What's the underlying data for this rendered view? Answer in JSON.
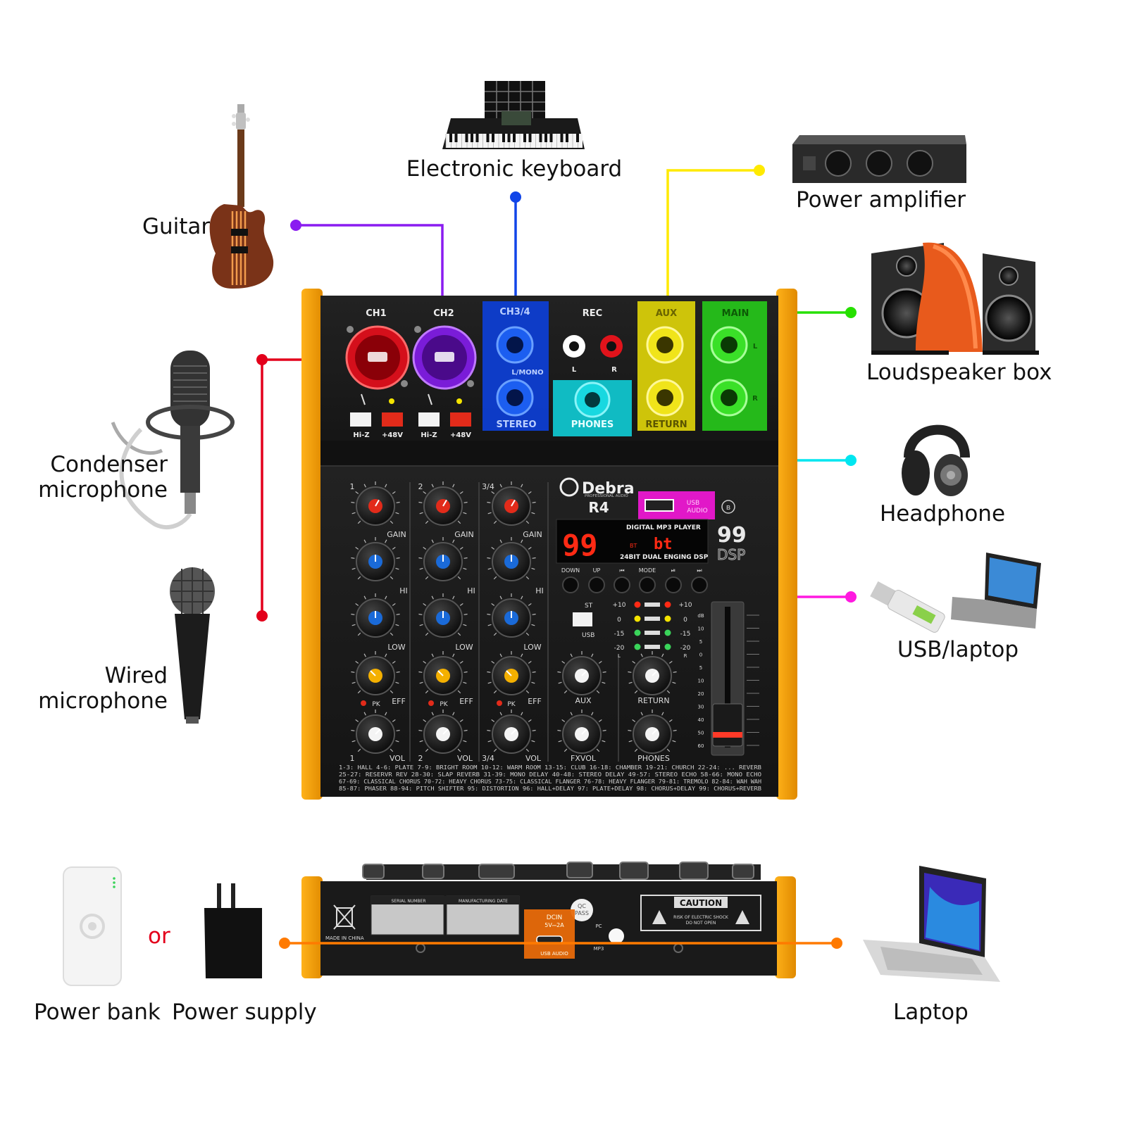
{
  "devices": {
    "guitar": "Guitar",
    "keyboard": "Electronic keyboard",
    "power_amplifier": "Power amplifier",
    "loudspeaker": "Loudspeaker box",
    "condenser_line1": "Condenser",
    "condenser_line2": "microphone",
    "headphone": "Headphone",
    "wired_line1": "Wired",
    "wired_line2": "microphone",
    "usb_laptop": "USB/laptop",
    "power_bank": "Power bank",
    "power_supply": "Power supply",
    "or": "or",
    "laptop": "Laptop"
  },
  "mixer": {
    "brand": "Debra",
    "brand_sub": "PROFESSIONAL AUDIO",
    "model": "R4",
    "jacks": {
      "ch1": "CH1",
      "ch2": "CH2",
      "ch34": "CH3/4",
      "rec": "REC",
      "aux": "AUX",
      "main": "MAIN",
      "l_mono": "L/MONO",
      "stereo": "STEREO",
      "phones": "PHONES",
      "return": "RETURN",
      "hiz": "Hi-Z",
      "p48": "+48V",
      "l": "L",
      "r": "R"
    },
    "knobs": {
      "gain": "GAIN",
      "hi": "HI",
      "low": "LOW",
      "eff": "EFF",
      "pk": "PK",
      "vol": "VOL",
      "aux": "AUX",
      "return": "RETURN",
      "fxvol": "FXVOL",
      "phones": "PHONES",
      "ch1": "1",
      "ch2": "2",
      "ch34": "3/4"
    },
    "player": {
      "usb": "USB",
      "audio": "AUDIO",
      "title": "DIGITAL MP3 PLAYER",
      "display": "99",
      "bt": "BT",
      "bt_display": "bt",
      "dsp": "24BIT DUAL ENGING DSP",
      "dsp_big": "99",
      "dsp_label": "DSP",
      "down": "DOWN",
      "up": "UP",
      "mode": "MODE",
      "st": "ST",
      "usb_sw": "USB"
    },
    "meter": {
      "plus10": "+10",
      "zero": "0",
      "m15": "-15",
      "m20": "-20",
      "db": "dB",
      "l": "L",
      "r": "R"
    },
    "fader_scale": [
      "dB",
      "10",
      "5",
      "0",
      "5",
      "10",
      "20",
      "30",
      "40",
      "50",
      "60"
    ],
    "presets": [
      "1-3: HALL    4-6: PLATE    7-9: BRIGHT ROOM    10-12: WARM ROOM    13-15: CLUB    16-18: CHAMBER    19-21: CHURCH    22-24: ... REVERB",
      "25-27: RESERVR REV    28-30: SLAP REVERB    31-39: MONO DELAY    40-48: STEREO DELAY    49-57: STEREO ECHO    58-66: MONO ECHO",
      "67-69: CLASSICAL CHORUS    70-72: HEAVY CHORUS    73-75: CLASSICAL FLANGER    76-78: HEAVY FLANGER    79-81: TREMOLO    82-84: WAH WAH",
      "85-87: PHASER    88-94: PITCH SHIFTER    95: DISTORTION    96: HALL+DELAY    97: PLATE+DELAY    98: CHORUS+DELAY    99: CHORUS+REVERB"
    ]
  },
  "rear": {
    "serial": "SERIAL NUMBER",
    "mfg": "MANUFACTURING DATE",
    "made_in": "MADE IN CHINA",
    "qc1": "QC",
    "qc2": "PASS",
    "dcin": "DCIN",
    "dcin_spec": "5V⎓2A",
    "usb_audio": "USB AUDIO",
    "pc": "PC",
    "mp3": "MP3",
    "caution": "CAUTION",
    "warning1": "RISK OF ELECTRIC SHOCK",
    "warning2": "DO NOT OPEN"
  },
  "colors": {
    "ch1": "#e3001b",
    "guitar_line": "#8a1cf0",
    "ch34": "#1145e8",
    "aux": "#ffea00",
    "main": "#26e000",
    "phones": "#00e6f0",
    "usb": "#ff19e0",
    "power": "#ff7a00",
    "frame": "#f5a100",
    "panel": "#1c1c1c",
    "label_red": "#e3001b"
  }
}
